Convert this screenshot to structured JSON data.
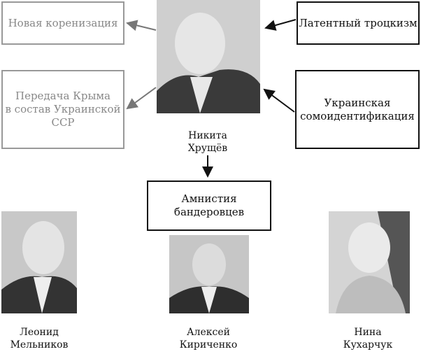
{
  "center": {
    "name_line1": "Никита",
    "name_line2": "Хрущёв"
  },
  "left_boxes": [
    {
      "text": "Новая коренизация"
    },
    {
      "line1": "Передача Крыма",
      "line2": "в состав Украинской",
      "line3": "ССР"
    }
  ],
  "right_boxes": [
    {
      "text": "Латентный троцкизм"
    },
    {
      "line1": "Украинская",
      "line2": "сомоидентификация"
    }
  ],
  "result_box": {
    "line1": "Амнистия",
    "line2": "бандеровцев"
  },
  "bottom_people": [
    {
      "line1": "Леонид",
      "line2": "Мельников"
    },
    {
      "line1": "Алексей",
      "line2": "Кириченко"
    },
    {
      "line1": "Нина",
      "line2": "Кухарчук"
    }
  ]
}
